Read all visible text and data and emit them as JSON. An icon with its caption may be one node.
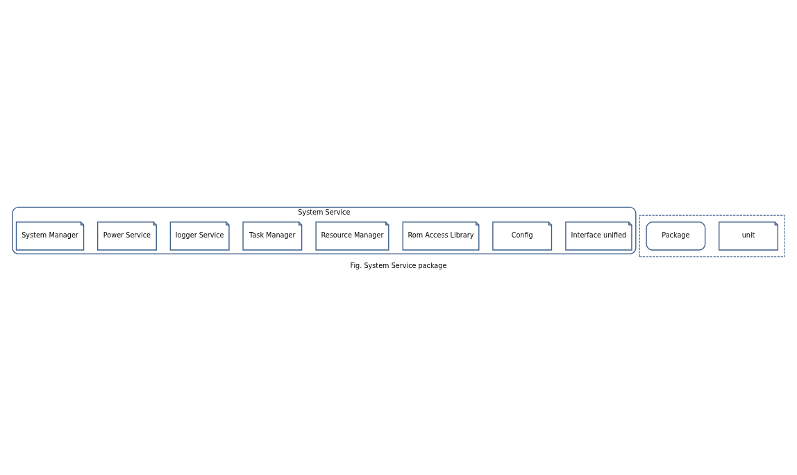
{
  "diagram": {
    "caption": "Fig. System Service package",
    "nodes": [
      {
        "text": [
          "System Service"
        ]
      },
      {
        "text": [
          "System Manager"
        ],
        "in": 0
      },
      {
        "text": [
          "Power Service"
        ],
        "in": 0
      },
      {
        "text": [
          "logger Service"
        ],
        "in": 0
      },
      {
        "text": [
          "Task Manager"
        ],
        "in": 0
      },
      {
        "text": [
          "Resource Manager"
        ],
        "in": 0
      },
      {
        "text": [
          "Rom Access Library"
        ],
        "in": 0
      },
      {
        "text": [
          "Config"
        ],
        "in": 0
      },
      {
        "text": [
          "Interface unified"
        ],
        "in": 0
      },
      {
        "text": [],
        "shape": "box"
      },
      {
        "text": [
          "Package"
        ],
        "in": 9
      },
      {
        "text": [
          "unit"
        ],
        "in": 9
      }
    ],
    "edges": []
  }
}
